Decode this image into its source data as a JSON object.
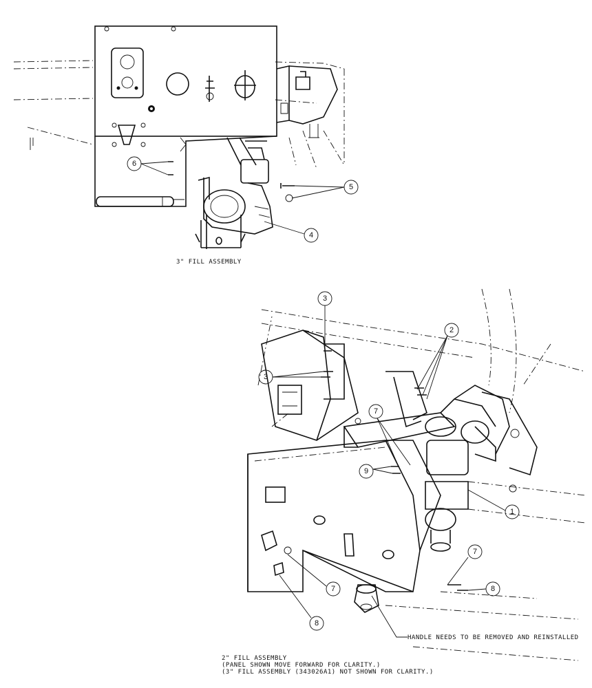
{
  "top_assembly": {
    "caption": "3\" FILL ASSEMBLY",
    "callouts": [
      "6",
      "5",
      "4"
    ]
  },
  "bottom_assembly": {
    "callouts": [
      "3",
      "3",
      "2",
      "7",
      "9",
      "1",
      "7",
      "8",
      "7",
      "8"
    ],
    "note": "HANDLE NEEDS TO BE REMOVED AND REINSTALLED",
    "caption_lines": [
      "2\" FILL ASSEMBLY",
      "(PANEL SHOWN MOVE FORWARD FOR CLARITY.)",
      "(3\" FILL ASSEMBLY (343026A1) NOT SHOWN FOR CLARITY.)"
    ]
  }
}
